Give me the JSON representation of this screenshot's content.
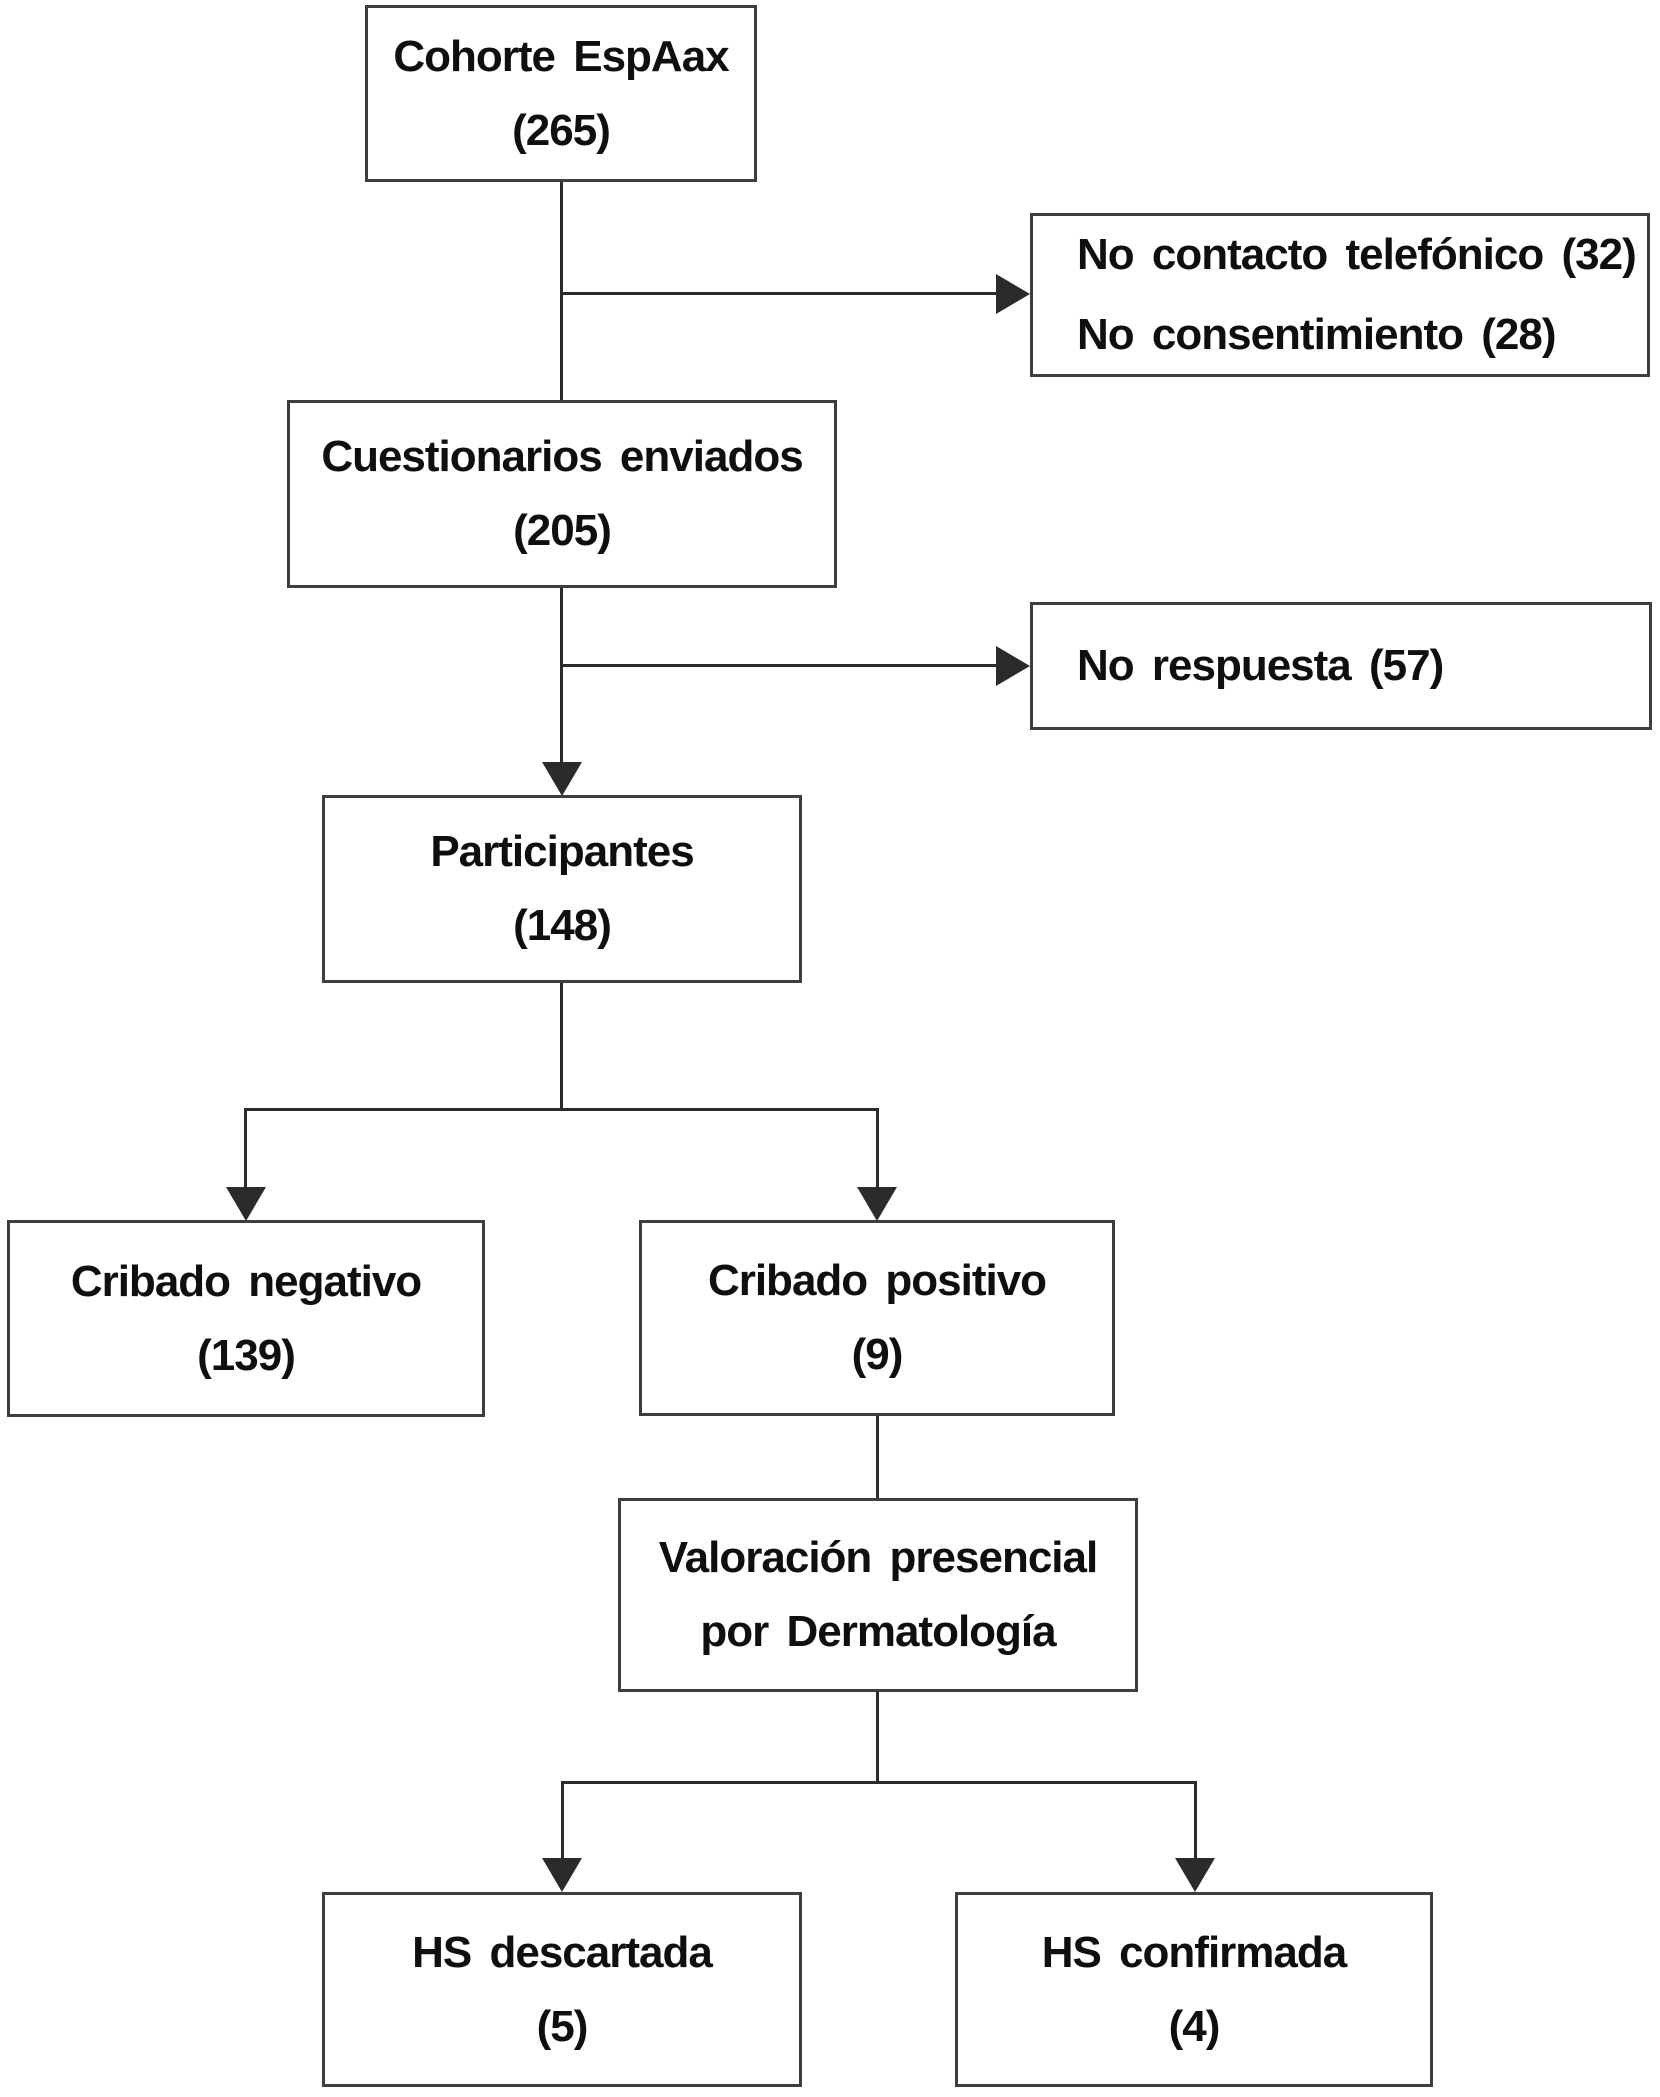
{
  "diagram": {
    "nodes": {
      "cohorte": {
        "line1": "Cohorte EspAax",
        "line2": "(265)"
      },
      "no_contacto": {
        "line1": "No contacto telefónico (32)",
        "line2": "No consentimiento (28)"
      },
      "cuestionarios": {
        "line1": "Cuestionarios enviados",
        "line2": "(205)"
      },
      "no_respuesta": {
        "line1": "No respuesta (57)"
      },
      "participantes": {
        "line1": "Participantes",
        "line2": "(148)"
      },
      "cribado_negativo": {
        "line1": "Cribado negativo",
        "line2": "(139)"
      },
      "cribado_positivo": {
        "line1": "Cribado positivo",
        "line2": "(9)"
      },
      "valoracion": {
        "line1": "Valoración presencial",
        "line2": "por Dermatología"
      },
      "hs_descartada": {
        "line1": "HS descartada",
        "line2": "(5)"
      },
      "hs_confirmada": {
        "line1": "HS confirmada",
        "line2": "(4)"
      }
    },
    "edges": [
      {
        "from": "cohorte",
        "to": "cuestionarios",
        "arrow": false
      },
      {
        "from": "cohorte",
        "to": "no_contacto",
        "arrow": true
      },
      {
        "from": "cuestionarios",
        "to": "no_respuesta",
        "arrow": true
      },
      {
        "from": "cuestionarios",
        "to": "participantes",
        "arrow": true
      },
      {
        "from": "participantes",
        "to": "cribado_negativo",
        "arrow": true
      },
      {
        "from": "participantes",
        "to": "cribado_positivo",
        "arrow": true
      },
      {
        "from": "cribado_positivo",
        "to": "valoracion",
        "arrow": false
      },
      {
        "from": "valoracion",
        "to": "hs_descartada",
        "arrow": true
      },
      {
        "from": "valoracion",
        "to": "hs_confirmada",
        "arrow": true
      }
    ],
    "colors": {
      "box_border": "#3e3e3e",
      "line": "#2b2b2b",
      "text": "#0f0f0f",
      "background": "#ffffff"
    }
  }
}
